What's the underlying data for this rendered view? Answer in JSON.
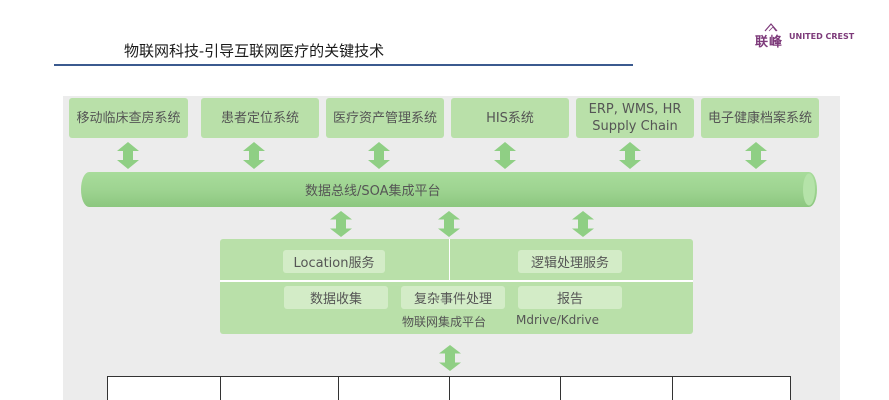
{
  "header": {
    "title": "物联网科技-引导互联网医疗的关键技术",
    "logo_cn": "联峰",
    "logo_en": "UNITED CREST"
  },
  "top_systems": [
    {
      "id": "mobile-rounds",
      "label": "移动临床查房系统"
    },
    {
      "id": "patient-location",
      "label": "患者定位系统"
    },
    {
      "id": "asset-management",
      "label": "医疗资产管理系统"
    },
    {
      "id": "his",
      "label": "HIS系统"
    },
    {
      "id": "erp",
      "label": "ERP, WMS, HR Supply Chain"
    },
    {
      "id": "ehr",
      "label": "电子健康档案系统"
    }
  ],
  "bus": {
    "label": "数据总线/SOA集成平台"
  },
  "platform": {
    "location_service": "Location服务",
    "logic_service": "逻辑处理服务",
    "data_collection": "数据收集",
    "event_processing": "复杂事件处理",
    "report": "报告",
    "platform_name": "物联网集成平台",
    "platform_sub": "Mdrive/Kdrive"
  },
  "colors": {
    "box_green": "#b9e0a9",
    "pill_green": "#d3ecc7",
    "bus_green": "#9ed491",
    "arrow_green": "#8fcf84",
    "panel_gray": "#ececec",
    "rule_blue": "#3b5a8f",
    "logo_purple": "#7d3a7a"
  }
}
